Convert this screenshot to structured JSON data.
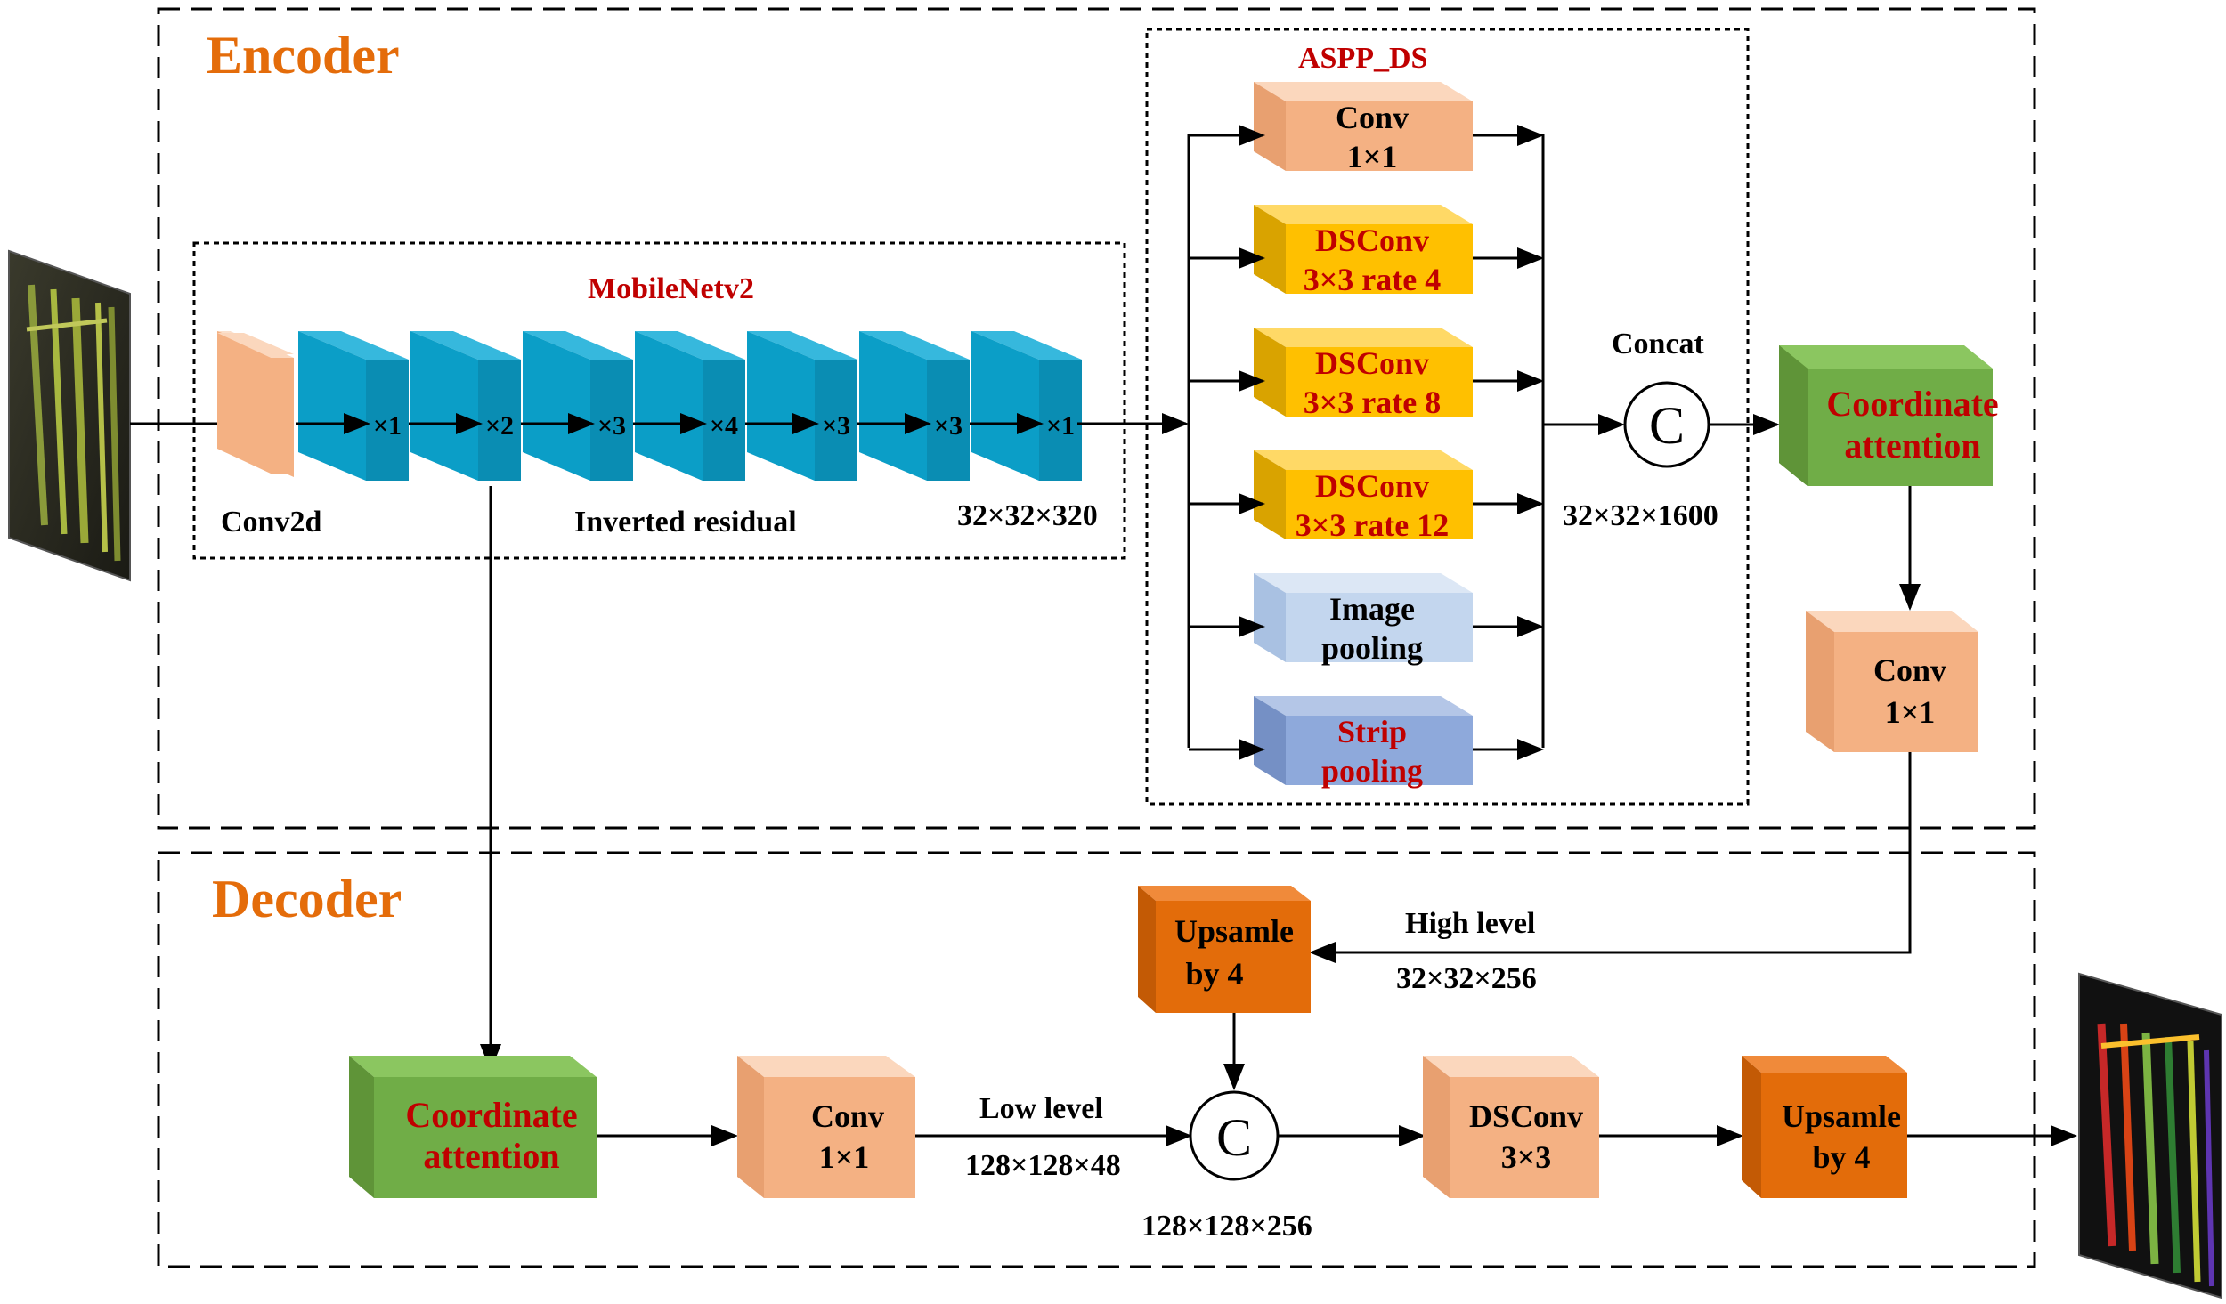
{
  "colors": {
    "peach": "#f4b183",
    "blue": "#0b9ec7",
    "yellow": "#ffc000",
    "light_blue": "#c3d6ee",
    "periwinkle": "#8ea9db",
    "green": "#70ad47",
    "dark_orange": "#e36c0a",
    "red_text": "#c00000",
    "orange_title": "#e46c0a"
  },
  "encoder": {
    "title": "Encoder",
    "mobilenet": {
      "title": "MobileNetv2",
      "conv2d_label": "Conv2d",
      "inverted_residual_label": "Inverted residual",
      "output_dim": "32×32×320",
      "blocks": [
        "×1",
        "×2",
        "×3",
        "×4",
        "×3",
        "×3",
        "×1"
      ]
    },
    "aspp": {
      "title": "ASPP_DS",
      "branches": [
        {
          "line1": "Conv",
          "line2": "1×1",
          "style": "peach"
        },
        {
          "line1": "DSConv",
          "line2": "3×3 rate 4",
          "style": "yellow"
        },
        {
          "line1": "DSConv",
          "line2": "3×3 rate 8",
          "style": "yellow"
        },
        {
          "line1": "DSConv",
          "line2": "3×3 rate 12",
          "style": "yellow"
        },
        {
          "line1": "Image",
          "line2": "pooling",
          "style": "lightblue"
        },
        {
          "line1": "Strip",
          "line2": "pooling",
          "style": "periwinkle"
        }
      ],
      "concat_label": "Concat",
      "concat_symbol": "C",
      "concat_dim": "32×32×1600"
    },
    "coord_attention": {
      "line1": "Coordinate",
      "line2": "attention"
    },
    "conv1x1": {
      "line1": "Conv",
      "line2": "1×1"
    }
  },
  "decoder": {
    "title": "Decoder",
    "high_level_label": "High level",
    "high_level_dim": "32×32×256",
    "upsample_top": {
      "line1": "Upsamle",
      "line2": "by 4"
    },
    "coord_attention": {
      "line1": "Coordinate",
      "line2": "attention"
    },
    "conv1x1": {
      "line1": "Conv",
      "line2": "1×1"
    },
    "low_level_label": "Low level",
    "low_level_dim": "128×128×48",
    "concat_symbol": "C",
    "concat_dim": "128×128×256",
    "dsconv": {
      "line1": "DSConv",
      "line2": "3×3"
    },
    "upsample_out": {
      "line1": "Upsamle",
      "line2": "by 4"
    }
  }
}
